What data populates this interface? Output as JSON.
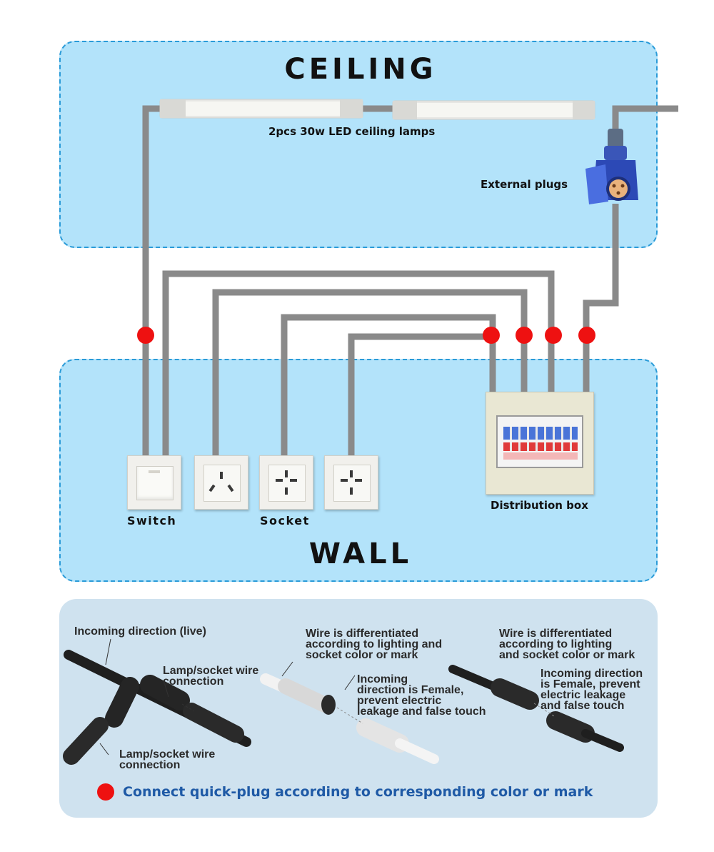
{
  "zones": {
    "ceiling": {
      "title": "CEILING"
    },
    "wall": {
      "title": "WALL"
    }
  },
  "labels": {
    "lamps": "2pcs 30w LED ceiling lamps",
    "external_plugs": "External plugs",
    "switch": "Switch",
    "socket": "Socket",
    "distribution_box": "Distribution box"
  },
  "notes": {
    "incoming_live": "Incoming direction (live)",
    "lamp_socket_connection_top": "Lamp/socket wire\nconnection",
    "lamp_socket_connection_bottom": "Lamp/socket wire\nconnection",
    "wire_diff_1": "Wire is differentiated\naccording to lighting and\nsocket color or mark",
    "incoming_female_1": "Incoming\ndirection is Female,\nprevent electric\nleakage  and false touch",
    "wire_diff_2": "Wire is differentiated\naccording to lighting\nand socket color or mark",
    "incoming_female_2": "Incoming direction\nis Female, prevent\nelectric leakage\nand false touch"
  },
  "legend": {
    "text": "Connect quick-plug according to corresponding color or mark",
    "marker_color": "#ee1111"
  },
  "colors": {
    "zone_fill": "#b3e3fa",
    "zone_border": "#2a9bd8",
    "wire": "#8a8a8a",
    "connector": "#ee1111",
    "legend_panel": "#cfe2ef",
    "legend_text": "#1f5aa6"
  },
  "icons": {
    "plug": "blue-industrial-plug-icon",
    "switch": "wall-switch-icon",
    "socket": "wall-socket-icon",
    "breaker": "breaker-panel-icon"
  }
}
